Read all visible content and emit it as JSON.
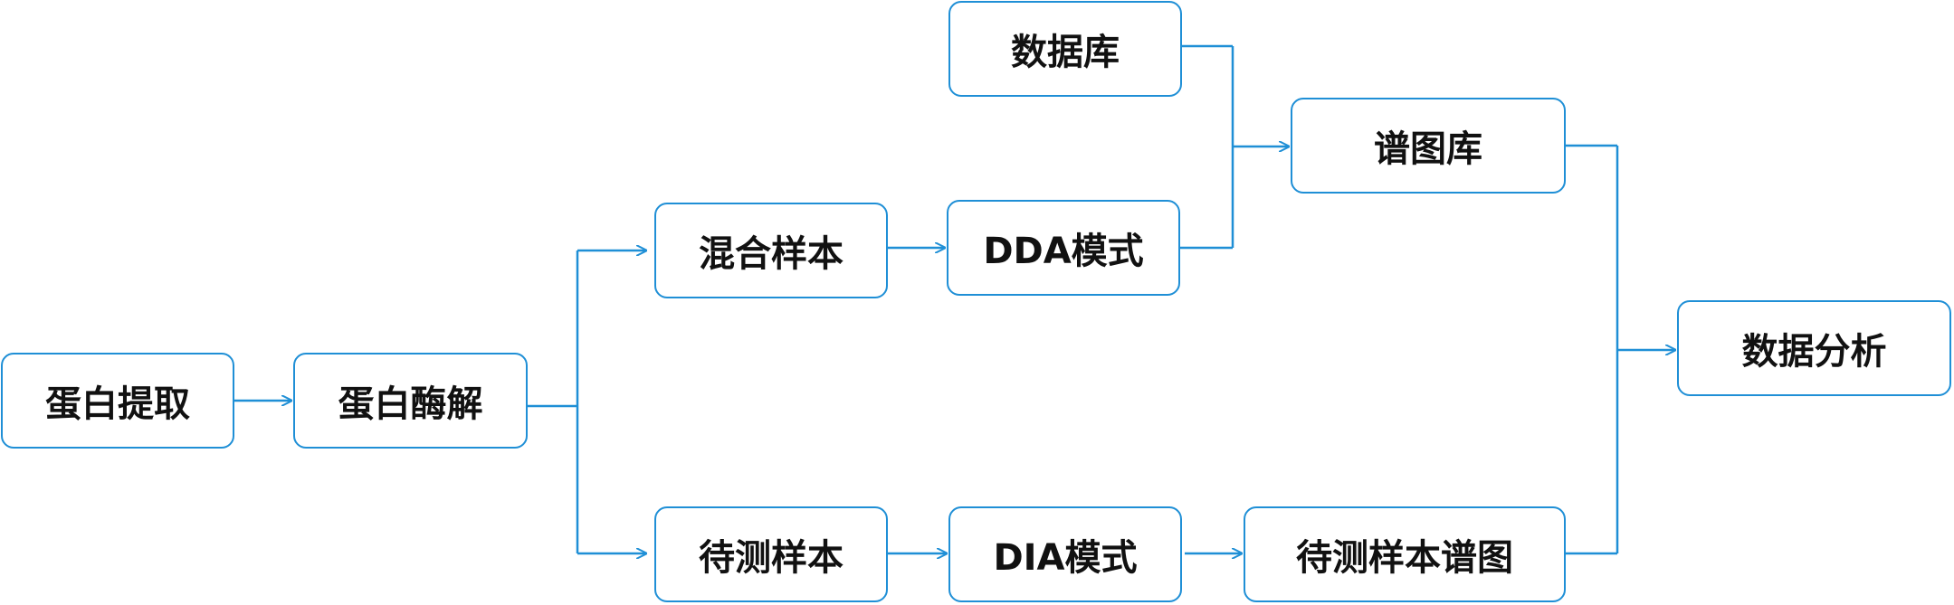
{
  "diagram": {
    "line_color": "#1f8fd6",
    "nodes": {
      "protein_extraction": "蛋白提取",
      "protein_digestion": "蛋白酶解",
      "mixed_sample": "混合样本",
      "dda_mode": "DDA模式",
      "database": "数据库",
      "spectral_library": "谱图库",
      "test_sample": "待测样本",
      "dia_mode": "DIA模式",
      "test_sample_spectra": "待测样本谱图",
      "data_analysis": "数据分析"
    }
  }
}
